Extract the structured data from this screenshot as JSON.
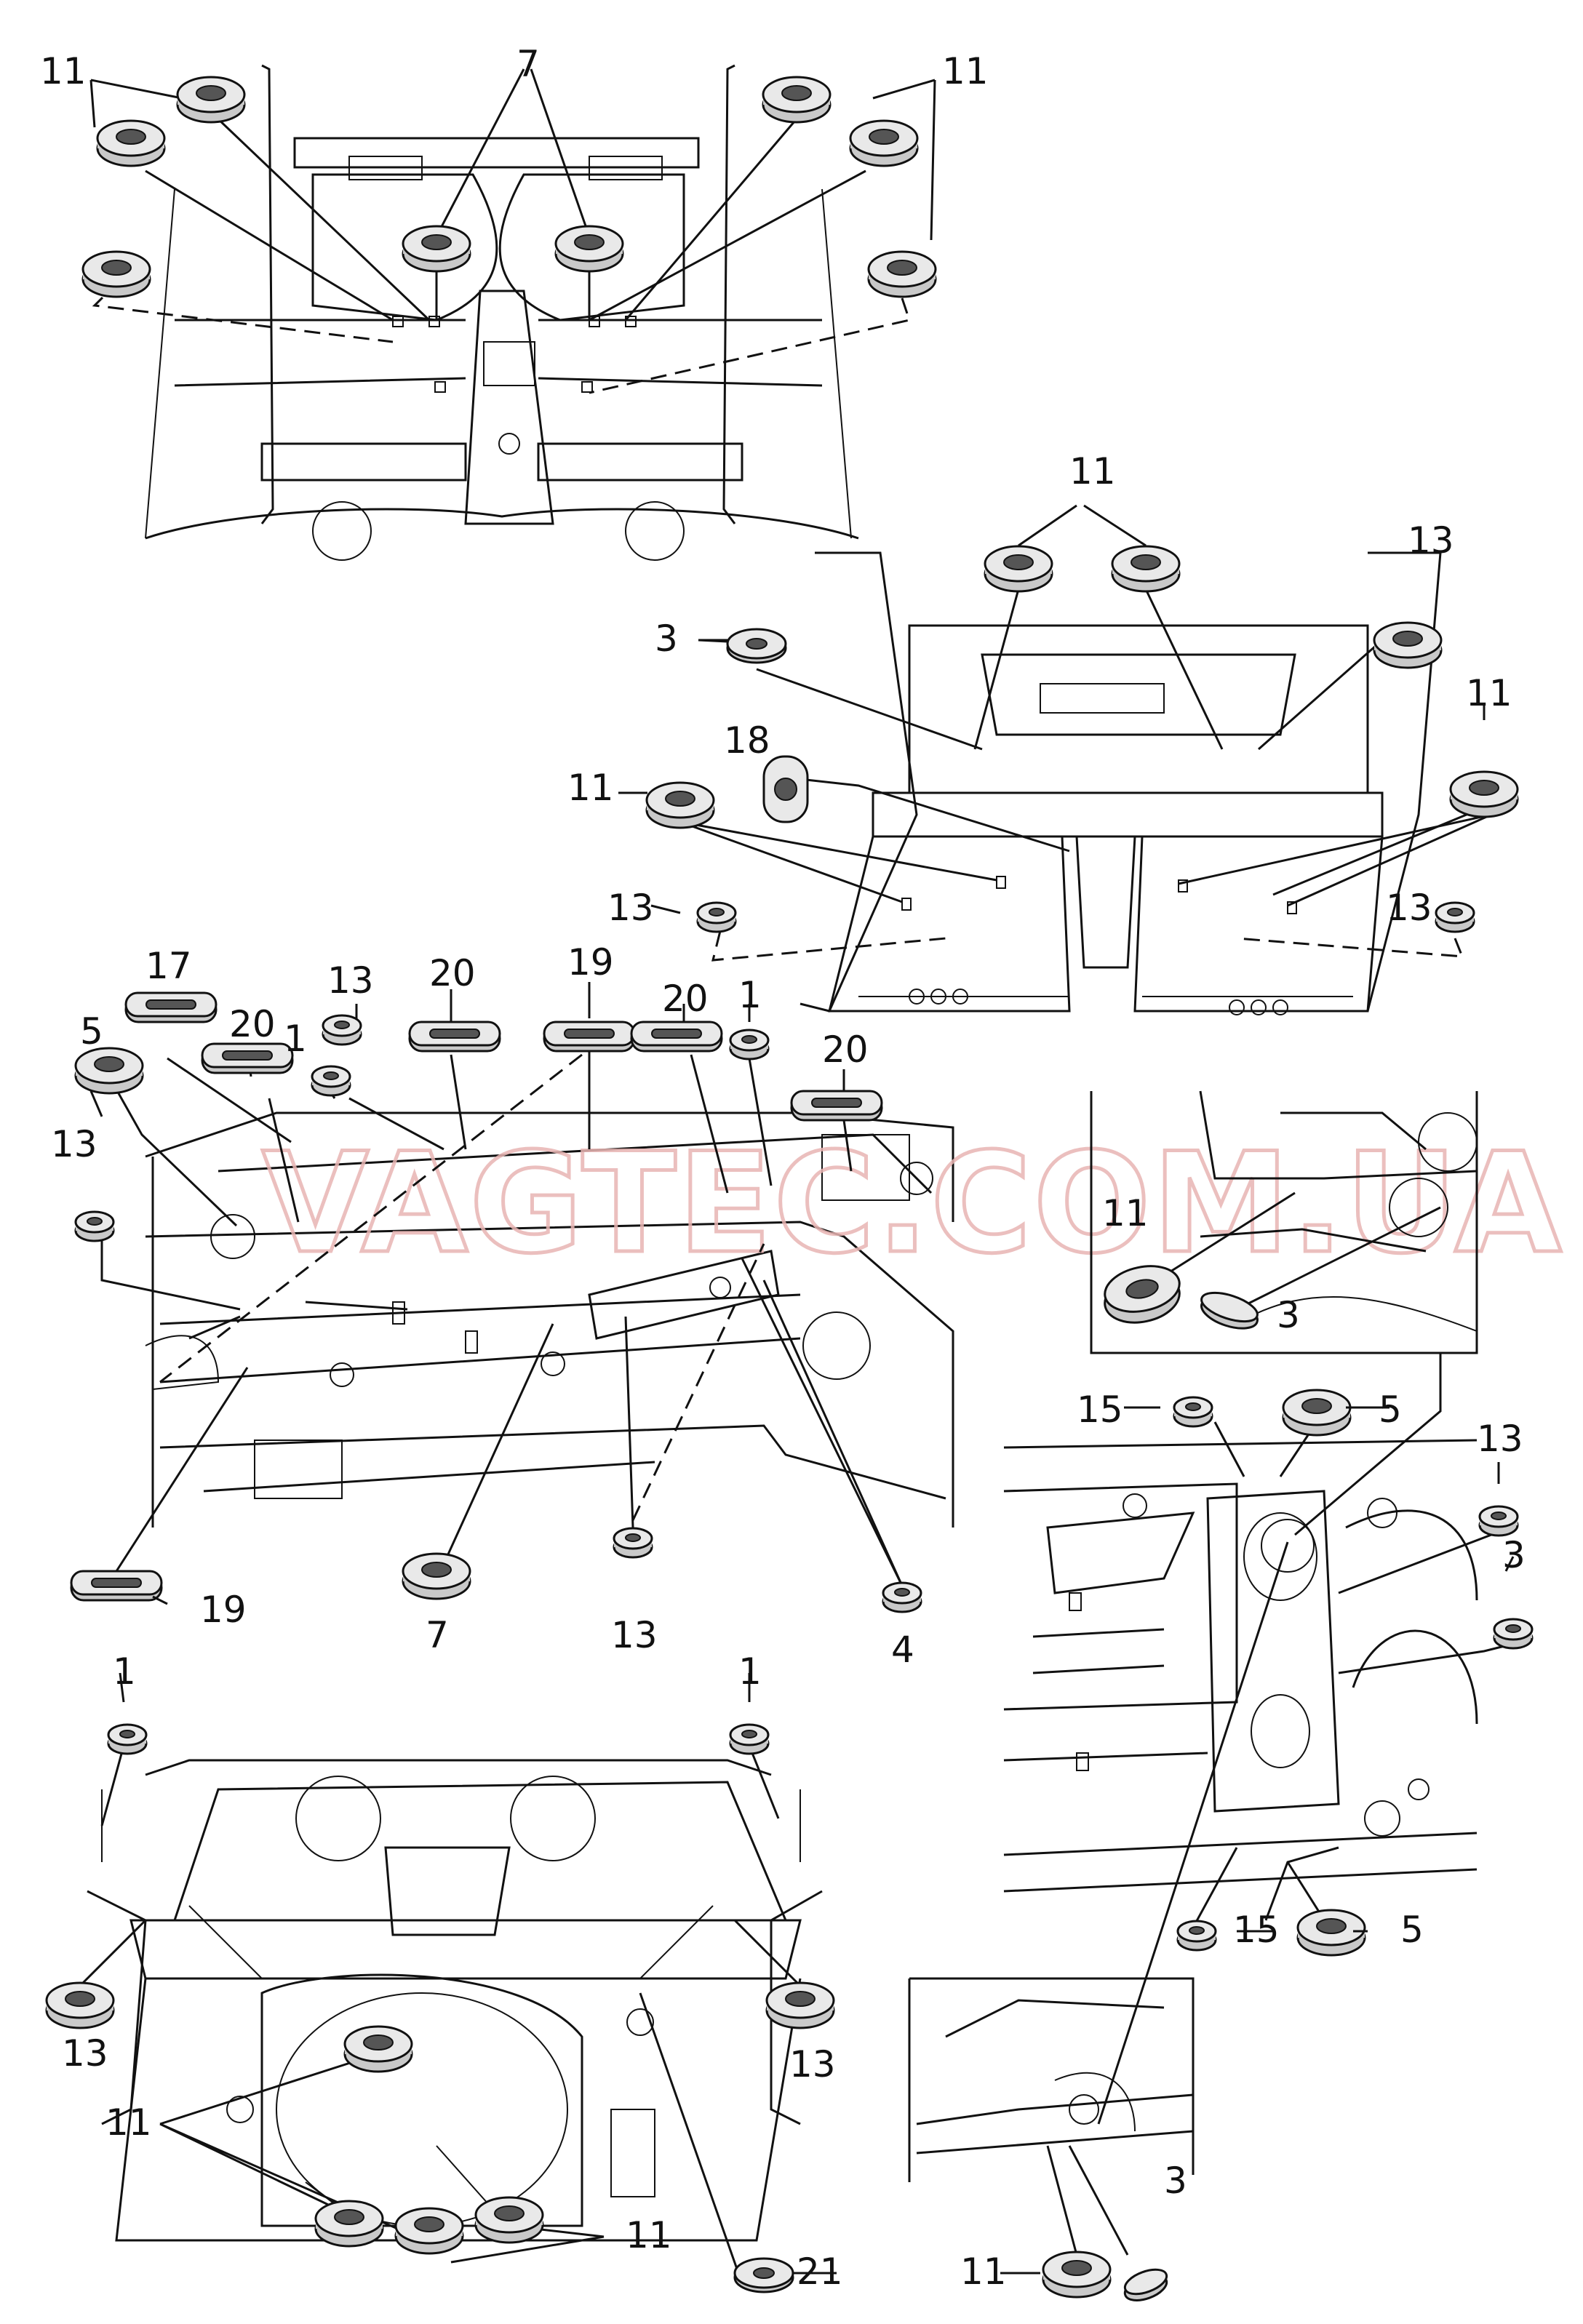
{
  "watermark": "VAGTEC.COM.UA",
  "callouts": [
    {
      "id": "top-11-left",
      "label": "11"
    },
    {
      "id": "top-7",
      "label": "7"
    },
    {
      "id": "top-11-right",
      "label": "11"
    },
    {
      "id": "mid-11-top",
      "label": "11"
    },
    {
      "id": "mid-13-right",
      "label": "13"
    },
    {
      "id": "mid-3",
      "label": "3"
    },
    {
      "id": "mid-11-right",
      "label": "11"
    },
    {
      "id": "mid-18",
      "label": "18"
    },
    {
      "id": "mid-11-left",
      "label": "11"
    },
    {
      "id": "mid-13-left",
      "label": "13"
    },
    {
      "id": "mid-13-right2",
      "label": "13"
    },
    {
      "id": "dash-17",
      "label": "17"
    },
    {
      "id": "dash-13-top",
      "label": "13"
    },
    {
      "id": "dash-20-a",
      "label": "20"
    },
    {
      "id": "dash-19-top",
      "label": "19"
    },
    {
      "id": "dash-20-b",
      "label": "20"
    },
    {
      "id": "dash-1-right",
      "label": "1"
    },
    {
      "id": "dash-5",
      "label": "5"
    },
    {
      "id": "dash-20-left",
      "label": "20"
    },
    {
      "id": "dash-1-left",
      "label": "1"
    },
    {
      "id": "dash-20-right",
      "label": "20"
    },
    {
      "id": "dash-13-left",
      "label": "13"
    },
    {
      "id": "inset-11",
      "label": "11"
    },
    {
      "id": "inset-3",
      "label": "3"
    },
    {
      "id": "dash-19-bottom",
      "label": "19"
    },
    {
      "id": "dash-7-bottom",
      "label": "7"
    },
    {
      "id": "dash-13-bottom",
      "label": "13"
    },
    {
      "id": "dash-4",
      "label": "4"
    },
    {
      "id": "side-15-top",
      "label": "15"
    },
    {
      "id": "side-5-top",
      "label": "5"
    },
    {
      "id": "side-13",
      "label": "13"
    },
    {
      "id": "side-3",
      "label": "3"
    },
    {
      "id": "side-15-bottom",
      "label": "15"
    },
    {
      "id": "side-5-bottom",
      "label": "5"
    },
    {
      "id": "rear-1-left",
      "label": "1"
    },
    {
      "id": "rear-1-right",
      "label": "1"
    },
    {
      "id": "rear-13-left",
      "label": "13"
    },
    {
      "id": "rear-13-right",
      "label": "13"
    },
    {
      "id": "rear-11-left",
      "label": "11"
    },
    {
      "id": "rear-11-bottom",
      "label": "11"
    },
    {
      "id": "rear-21",
      "label": "21"
    },
    {
      "id": "sill-3",
      "label": "3"
    },
    {
      "id": "sill-11",
      "label": "11"
    }
  ]
}
